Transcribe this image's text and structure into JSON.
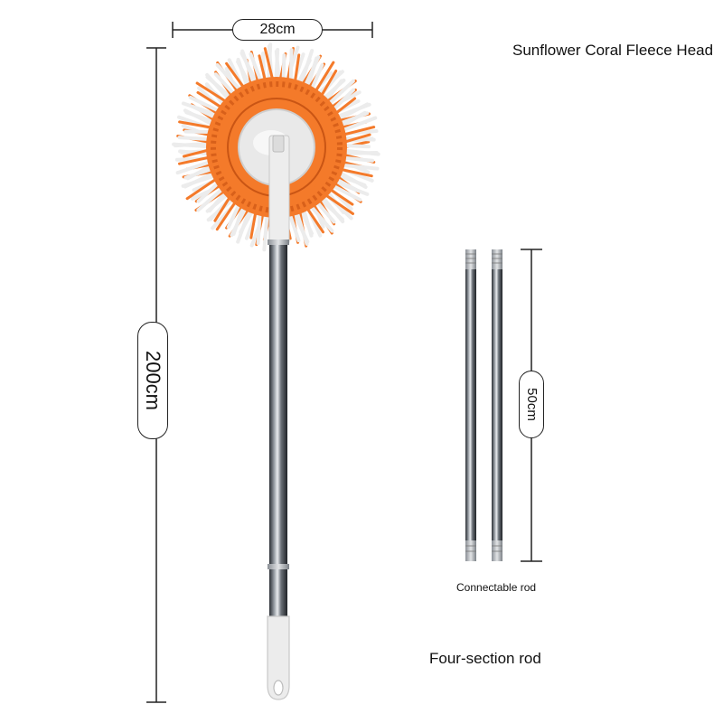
{
  "dimensions": {
    "head_width": "28cm",
    "total_length": "200cm",
    "rod_length": "50cm"
  },
  "labels": {
    "head_name": "Sunflower Coral Fleece Head",
    "connectable_rod": "Connectable rod",
    "four_section_rod": "Four-section rod"
  },
  "colors": {
    "fleece_orange": "#f47a2a",
    "fleece_white": "#ececec",
    "rod_steel": "#555b62",
    "handle_grip": "#e8e8e8"
  }
}
